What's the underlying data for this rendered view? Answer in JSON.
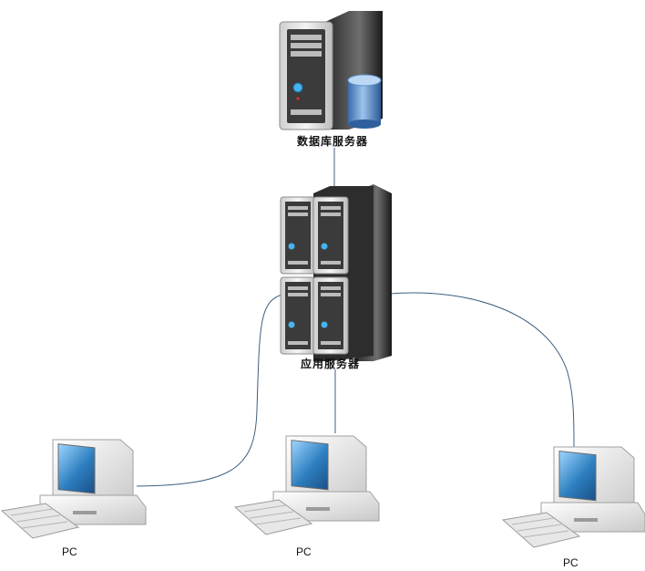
{
  "diagram": {
    "nodes": {
      "db_server": {
        "label": "数据库服务器"
      },
      "app_server": {
        "label": "应用服务器"
      },
      "pc_left": {
        "label": "PC"
      },
      "pc_middle": {
        "label": "PC"
      },
      "pc_right": {
        "label": "PC"
      }
    },
    "edges": [
      {
        "from": "db_server",
        "to": "app_server"
      },
      {
        "from": "app_server",
        "to": "pc_left"
      },
      {
        "from": "app_server",
        "to": "pc_middle"
      },
      {
        "from": "app_server",
        "to": "pc_right"
      }
    ],
    "colors": {
      "connector": "#3f5f7f",
      "server_body": "#3a3a3a",
      "database": "#5f8fc7",
      "screen": "#3e8ec7"
    }
  }
}
